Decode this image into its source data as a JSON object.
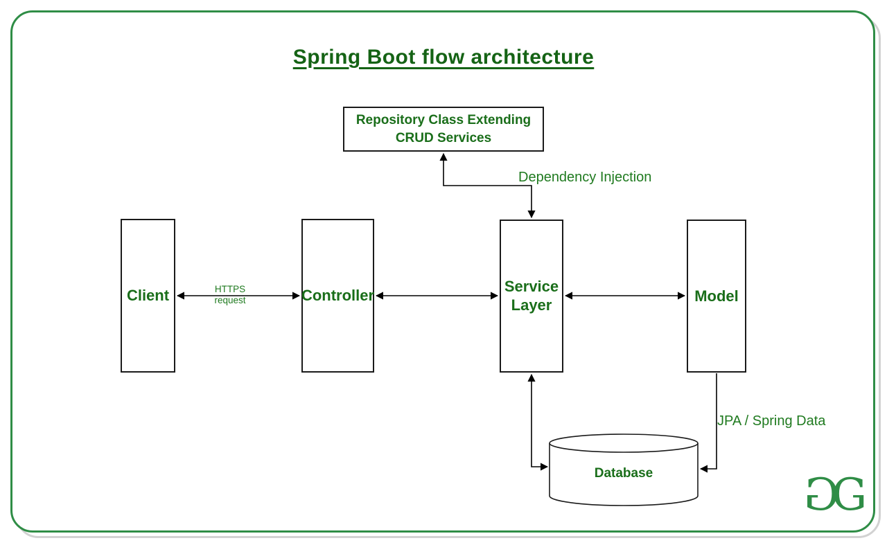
{
  "title": "Spring Boot flow architecture",
  "nodes": {
    "repository": "Repository Class Extending CRUD Services",
    "client": "Client",
    "controller": "Controller",
    "service_layer": "Service Layer",
    "model": "Model",
    "database": "Database"
  },
  "edge_labels": {
    "https_line1": "HTTPS",
    "https_line2": "request",
    "dependency_injection": "Dependency Injection",
    "jpa": "JPA / Spring Data"
  },
  "edges": [
    {
      "from": "client",
      "to": "controller",
      "direction": "both",
      "label": "HTTPS request"
    },
    {
      "from": "controller",
      "to": "service_layer",
      "direction": "both",
      "label": ""
    },
    {
      "from": "service_layer",
      "to": "model",
      "direction": "both",
      "label": ""
    },
    {
      "from": "service_layer",
      "to": "repository",
      "direction": "both",
      "label": "Dependency Injection"
    },
    {
      "from": "service_layer",
      "to": "database",
      "direction": "both",
      "label": ""
    },
    {
      "from": "model",
      "to": "database",
      "direction": "one-way",
      "label": "JPA / Spring Data"
    }
  ],
  "logo": {
    "first": "G",
    "second": "G"
  },
  "colors": {
    "title_green": "#156315",
    "text_green": "#1a6e1a",
    "label_green": "#1f7a1f",
    "brand_green": "#2f8d46",
    "box_border": "#1a1a1a",
    "arrow_black": "#000000",
    "shadow_gray": "#d2d2d2"
  }
}
